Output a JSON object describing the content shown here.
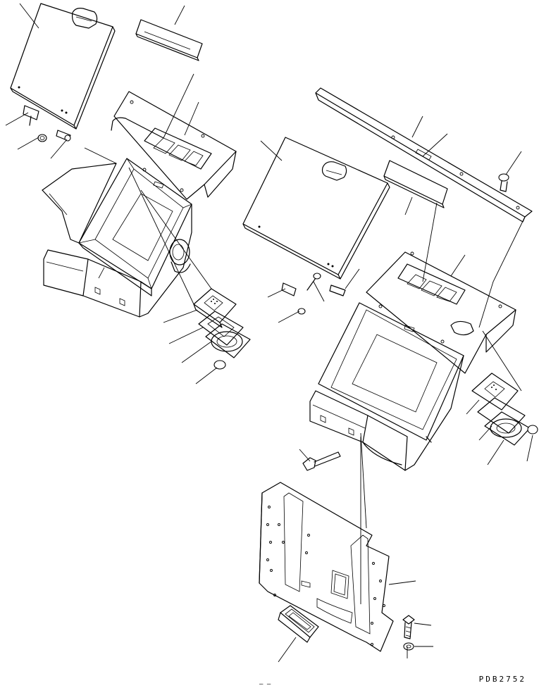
{
  "drawing_code": "PDB2752",
  "page_mark": "– –",
  "colors": {
    "line": "#000000",
    "background": "#ffffff"
  },
  "assemblies": [
    "left-console-assembly",
    "right-console-assembly",
    "floor-plate-assembly"
  ]
}
